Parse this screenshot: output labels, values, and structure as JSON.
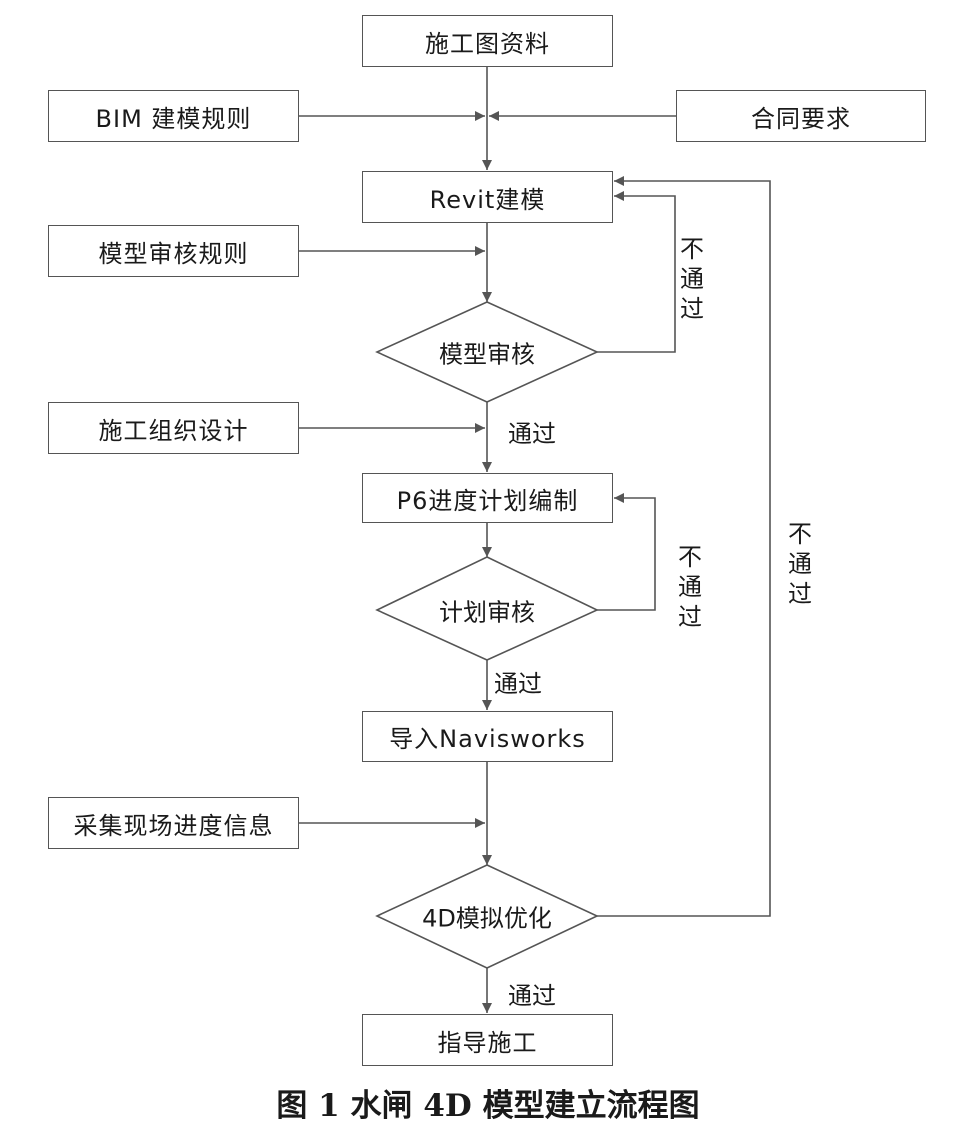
{
  "nodes": {
    "drawings": "施工图资料",
    "bim_rules": "BIM 建模规则",
    "contract": "合同要求",
    "revit": "Revit建模",
    "review_rules": "模型审核规则",
    "model_review": "模型审核",
    "construction_design": "施工组织设计",
    "p6_plan": "P6进度计划编制",
    "plan_review": "计划审核",
    "navisworks": "导入Navisworks",
    "site_info": "采集现场进度信息",
    "sim_opt": "4D模拟优化",
    "guide": "指导施工"
  },
  "labels": {
    "pass_1": "通过",
    "pass_2": "通过",
    "pass_3": "通过",
    "fail_1": "不通过",
    "fail_2": "不通过",
    "fail_3": "不通过"
  },
  "caption": "图 1  水闸 4D 模型建立流程图"
}
